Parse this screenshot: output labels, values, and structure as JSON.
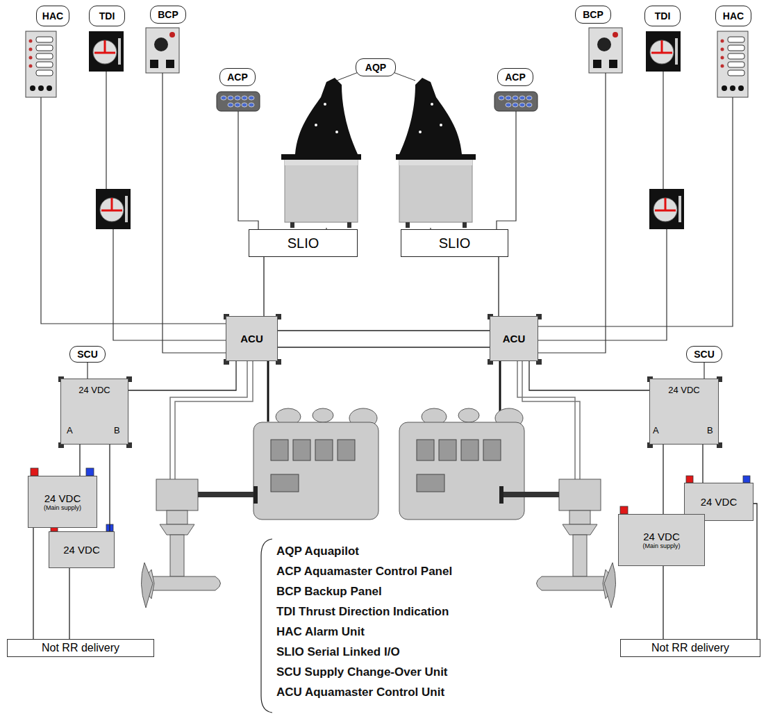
{
  "diagram": {
    "nodes": [
      {
        "text": [
          "HAC"
        ]
      },
      {
        "text": [
          "TDI"
        ]
      },
      {
        "text": [
          "BCP"
        ]
      },
      {
        "text": [
          "ACP"
        ]
      },
      {
        "text": [
          "AQP"
        ]
      },
      {
        "text": [
          "ACP"
        ]
      },
      {
        "text": [
          "BCP"
        ]
      },
      {
        "text": [
          "TDI"
        ]
      },
      {
        "text": [
          "HAC"
        ]
      },
      {
        "text": [
          "SLIO"
        ]
      },
      {
        "text": [
          "SLIO"
        ]
      },
      {
        "text": [
          "ACU"
        ]
      },
      {
        "text": [
          "ACU"
        ]
      },
      {
        "text": [
          "SCU"
        ]
      },
      {
        "text": [
          "SCU"
        ]
      },
      {
        "text": [
          "24 VDC",
          "A",
          "B"
        ]
      },
      {
        "text": [
          "24 VDC",
          "A",
          "B"
        ]
      },
      {
        "text": [
          "24 VDC",
          "(Main supply)"
        ]
      },
      {
        "text": [
          "24 VDC"
        ]
      },
      {
        "text": [
          "24 VDC"
        ]
      },
      {
        "text": [
          "24 VDC",
          "(Main supply)"
        ]
      },
      {
        "text": [
          "Not RR delivery"
        ]
      },
      {
        "text": [
          "Not RR delivery"
        ]
      }
    ],
    "edges": [
      {
        "from": 9,
        "to": 11,
        "arrow": "none"
      },
      {
        "from": 10,
        "to": 12,
        "arrow": "none"
      },
      {
        "from": 11,
        "to": 12,
        "arrow": "none"
      },
      {
        "from": 11,
        "to": 12,
        "arrow": "none"
      },
      {
        "from": 15,
        "to": 11,
        "arrow": "none"
      },
      {
        "from": 16,
        "to": 12,
        "arrow": "none"
      },
      {
        "from": 17,
        "to": 15,
        "arrow": "none"
      },
      {
        "from": 18,
        "to": 15,
        "arrow": "none"
      },
      {
        "from": 17,
        "to": 21,
        "arrow": "none"
      },
      {
        "from": 18,
        "to": 21,
        "arrow": "none"
      },
      {
        "from": 20,
        "to": 16,
        "arrow": "none"
      },
      {
        "from": 19,
        "to": 16,
        "arrow": "none"
      },
      {
        "from": 20,
        "to": 22,
        "arrow": "none"
      },
      {
        "from": 19,
        "to": 22,
        "arrow": "none"
      }
    ],
    "labels": [
      "AQP Aquapilot",
      "ACP Aquamaster Control Panel",
      "BCP Backup Panel",
      "TDI Thrust Direction Indication",
      "HAC Alarm Unit",
      "SLIO Serial Linked I/O",
      "SCU Supply Change-Over Unit",
      "ACU Aquamaster Control Unit"
    ]
  }
}
